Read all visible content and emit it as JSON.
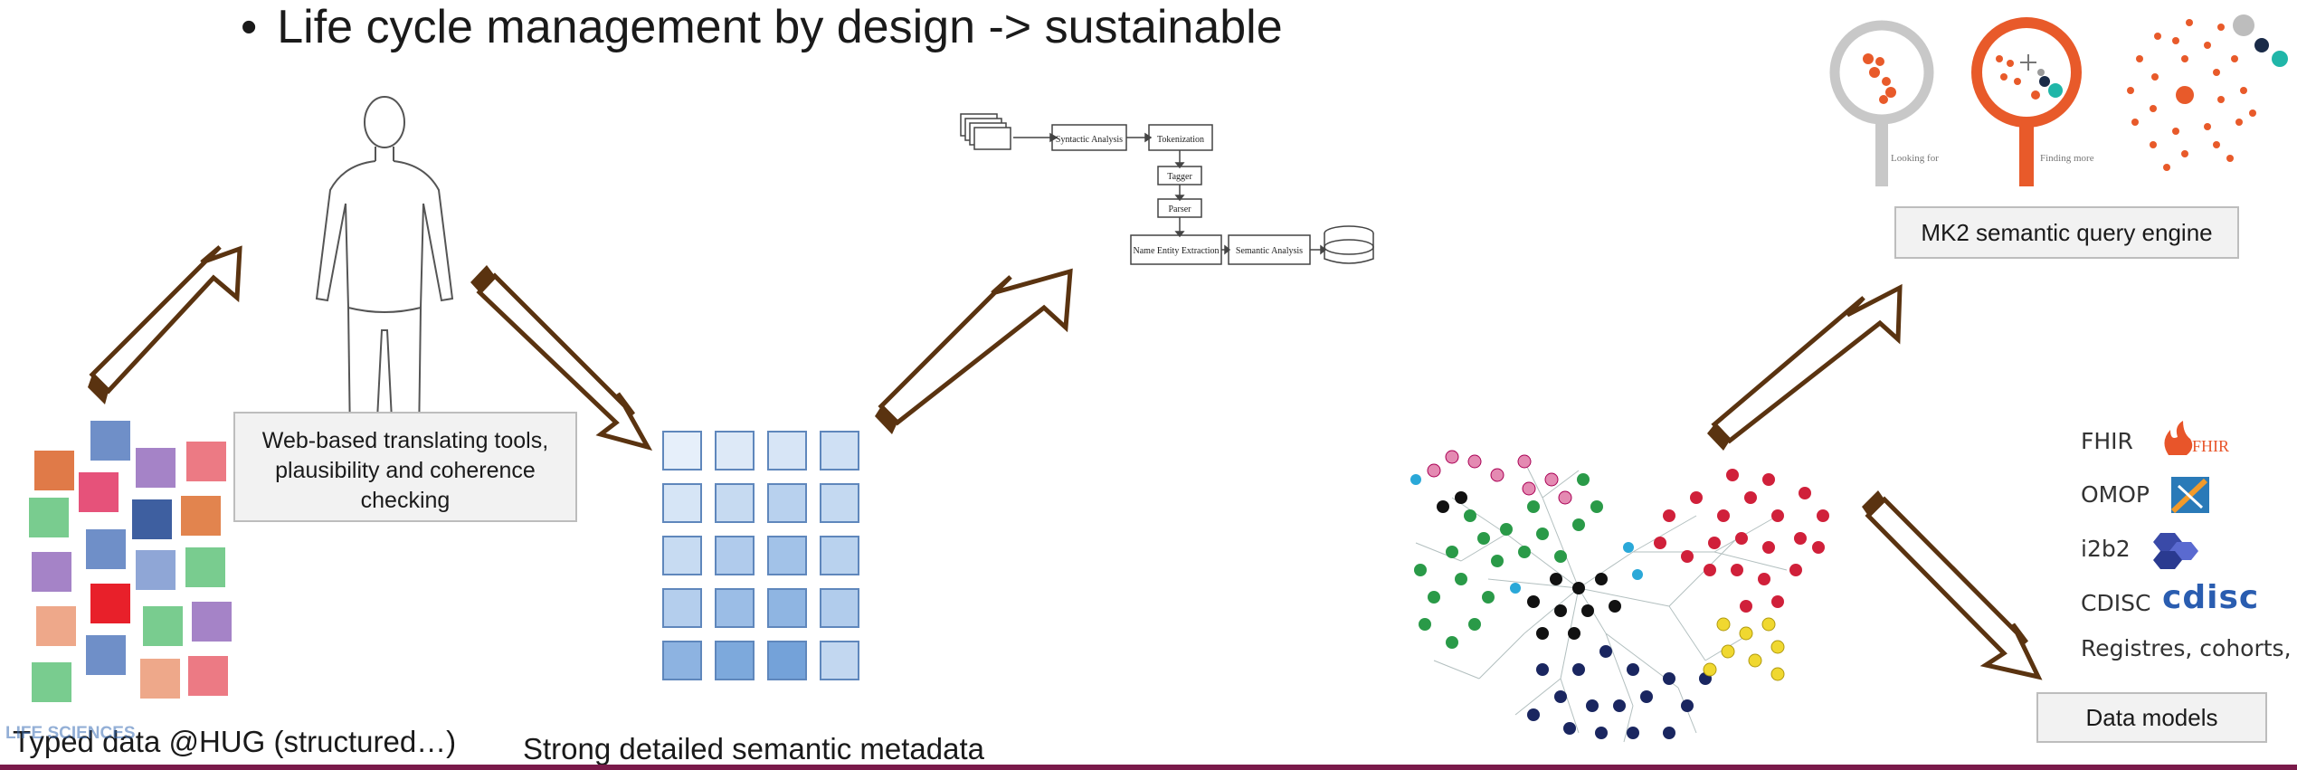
{
  "title": {
    "bullet": "•",
    "text": "Life cycle management by design -> sustainable"
  },
  "callout": {
    "text": "Web-based translating tools, plausibility and coherence checking"
  },
  "captions": {
    "typed_data": "Typed data @HUG (structured…)",
    "semantic_metadata": "Strong detailed semantic metadata"
  },
  "pipeline": {
    "nodes": [
      "Syntactic Analysis",
      "Tokenization",
      "Tagger",
      "Parser",
      "Name Entity Extraction",
      "Semantic Analysis"
    ]
  },
  "search_graphic": {
    "label_left": "Looking for",
    "label_right": "Finding more"
  },
  "mk2_label": "MK2 semantic query engine",
  "standards": [
    {
      "name": "FHIR",
      "logo_text": "FHIR",
      "logo_color": "#e8552a"
    },
    {
      "name": "OMOP",
      "logo_text": "",
      "logo_color": "#2a7ab8"
    },
    {
      "name": "i2b2",
      "logo_text": "",
      "logo_color": "#3a4aa8"
    },
    {
      "name": "CDISC",
      "logo_text": "cdisc",
      "logo_color": "#2a5db0"
    },
    {
      "name": "Registres, cohorts, …",
      "logo_text": "",
      "logo_color": ""
    }
  ],
  "data_models_label": "Data models",
  "logo": {
    "text": "LIFE SCIENCES"
  },
  "colors": {
    "arrow_fill": "#ffffff",
    "arrow_stroke": "#5a3310",
    "footer": "#7a1a4a",
    "grid_light": "#dce9f7",
    "grid_dark": "#7aa8db"
  }
}
